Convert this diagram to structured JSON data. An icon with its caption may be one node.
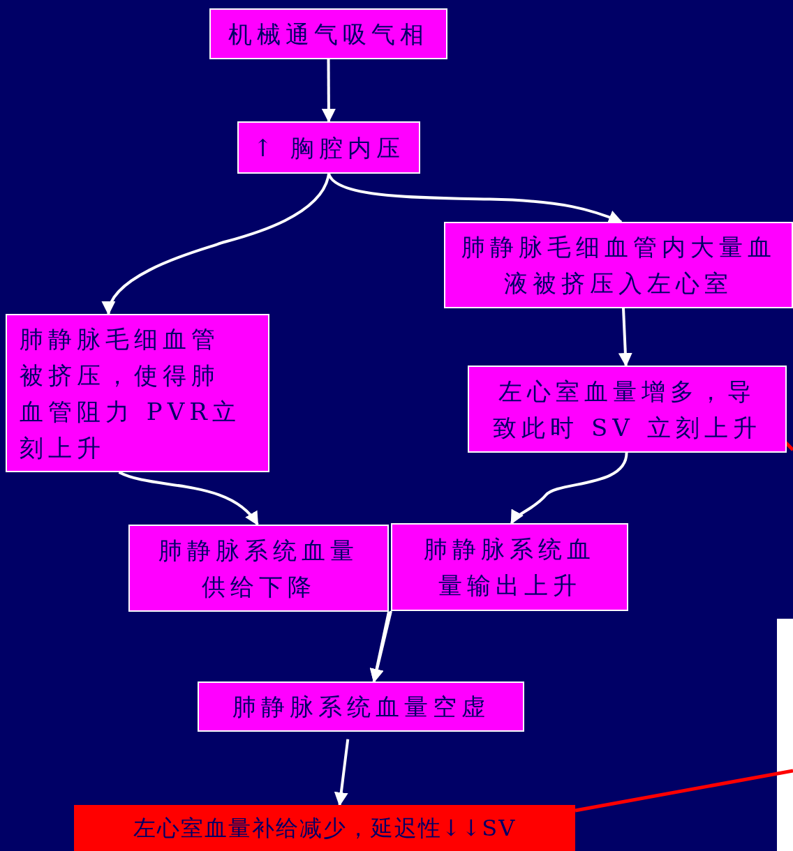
{
  "diagram": {
    "nodes": [
      {
        "text": [
          "机械通气吸气相"
        ]
      },
      {
        "text": [
          "↑ 胸腔内压"
        ]
      },
      {
        "text": [
          "肺静脉毛细血管内大量血液被挤压入左心室"
        ]
      },
      {
        "text": [
          "肺静脉毛细血管被挤压，使得肺血管阻力 PVR立刻上升"
        ]
      },
      {
        "text": [
          "左心室血量增多，导致此时 SV 立刻上升"
        ]
      },
      {
        "text": [
          "肺静脉系统血量供给下降"
        ]
      },
      {
        "text": [
          "肺静脉系统血量输出上升"
        ]
      },
      {
        "text": [
          "肺静脉系统血量空虚"
        ]
      },
      {
        "text": [
          "左心室血量补给减少，延迟性↓↓SV"
        ]
      }
    ],
    "edges": [
      {
        "from": 0,
        "to": 1,
        "arrow": "to"
      },
      {
        "from": 1,
        "to": 3,
        "arrow": "to"
      },
      {
        "from": 1,
        "to": 2,
        "arrow": "to"
      },
      {
        "from": 2,
        "to": 4,
        "arrow": "to"
      },
      {
        "from": 3,
        "to": 5,
        "arrow": "to"
      },
      {
        "from": 4,
        "to": 6,
        "arrow": "to"
      },
      {
        "from": 5,
        "to": 7,
        "arrow": "to"
      },
      {
        "from": 6,
        "to": 7,
        "arrow": "to"
      },
      {
        "from": 7,
        "to": 8,
        "arrow": "to"
      },
      {
        "from": 4,
        "to": null,
        "arrow": "none",
        "color": "#ff0000"
      },
      {
        "from": 8,
        "to": null,
        "arrow": "none",
        "color": "#ff0000"
      }
    ]
  }
}
